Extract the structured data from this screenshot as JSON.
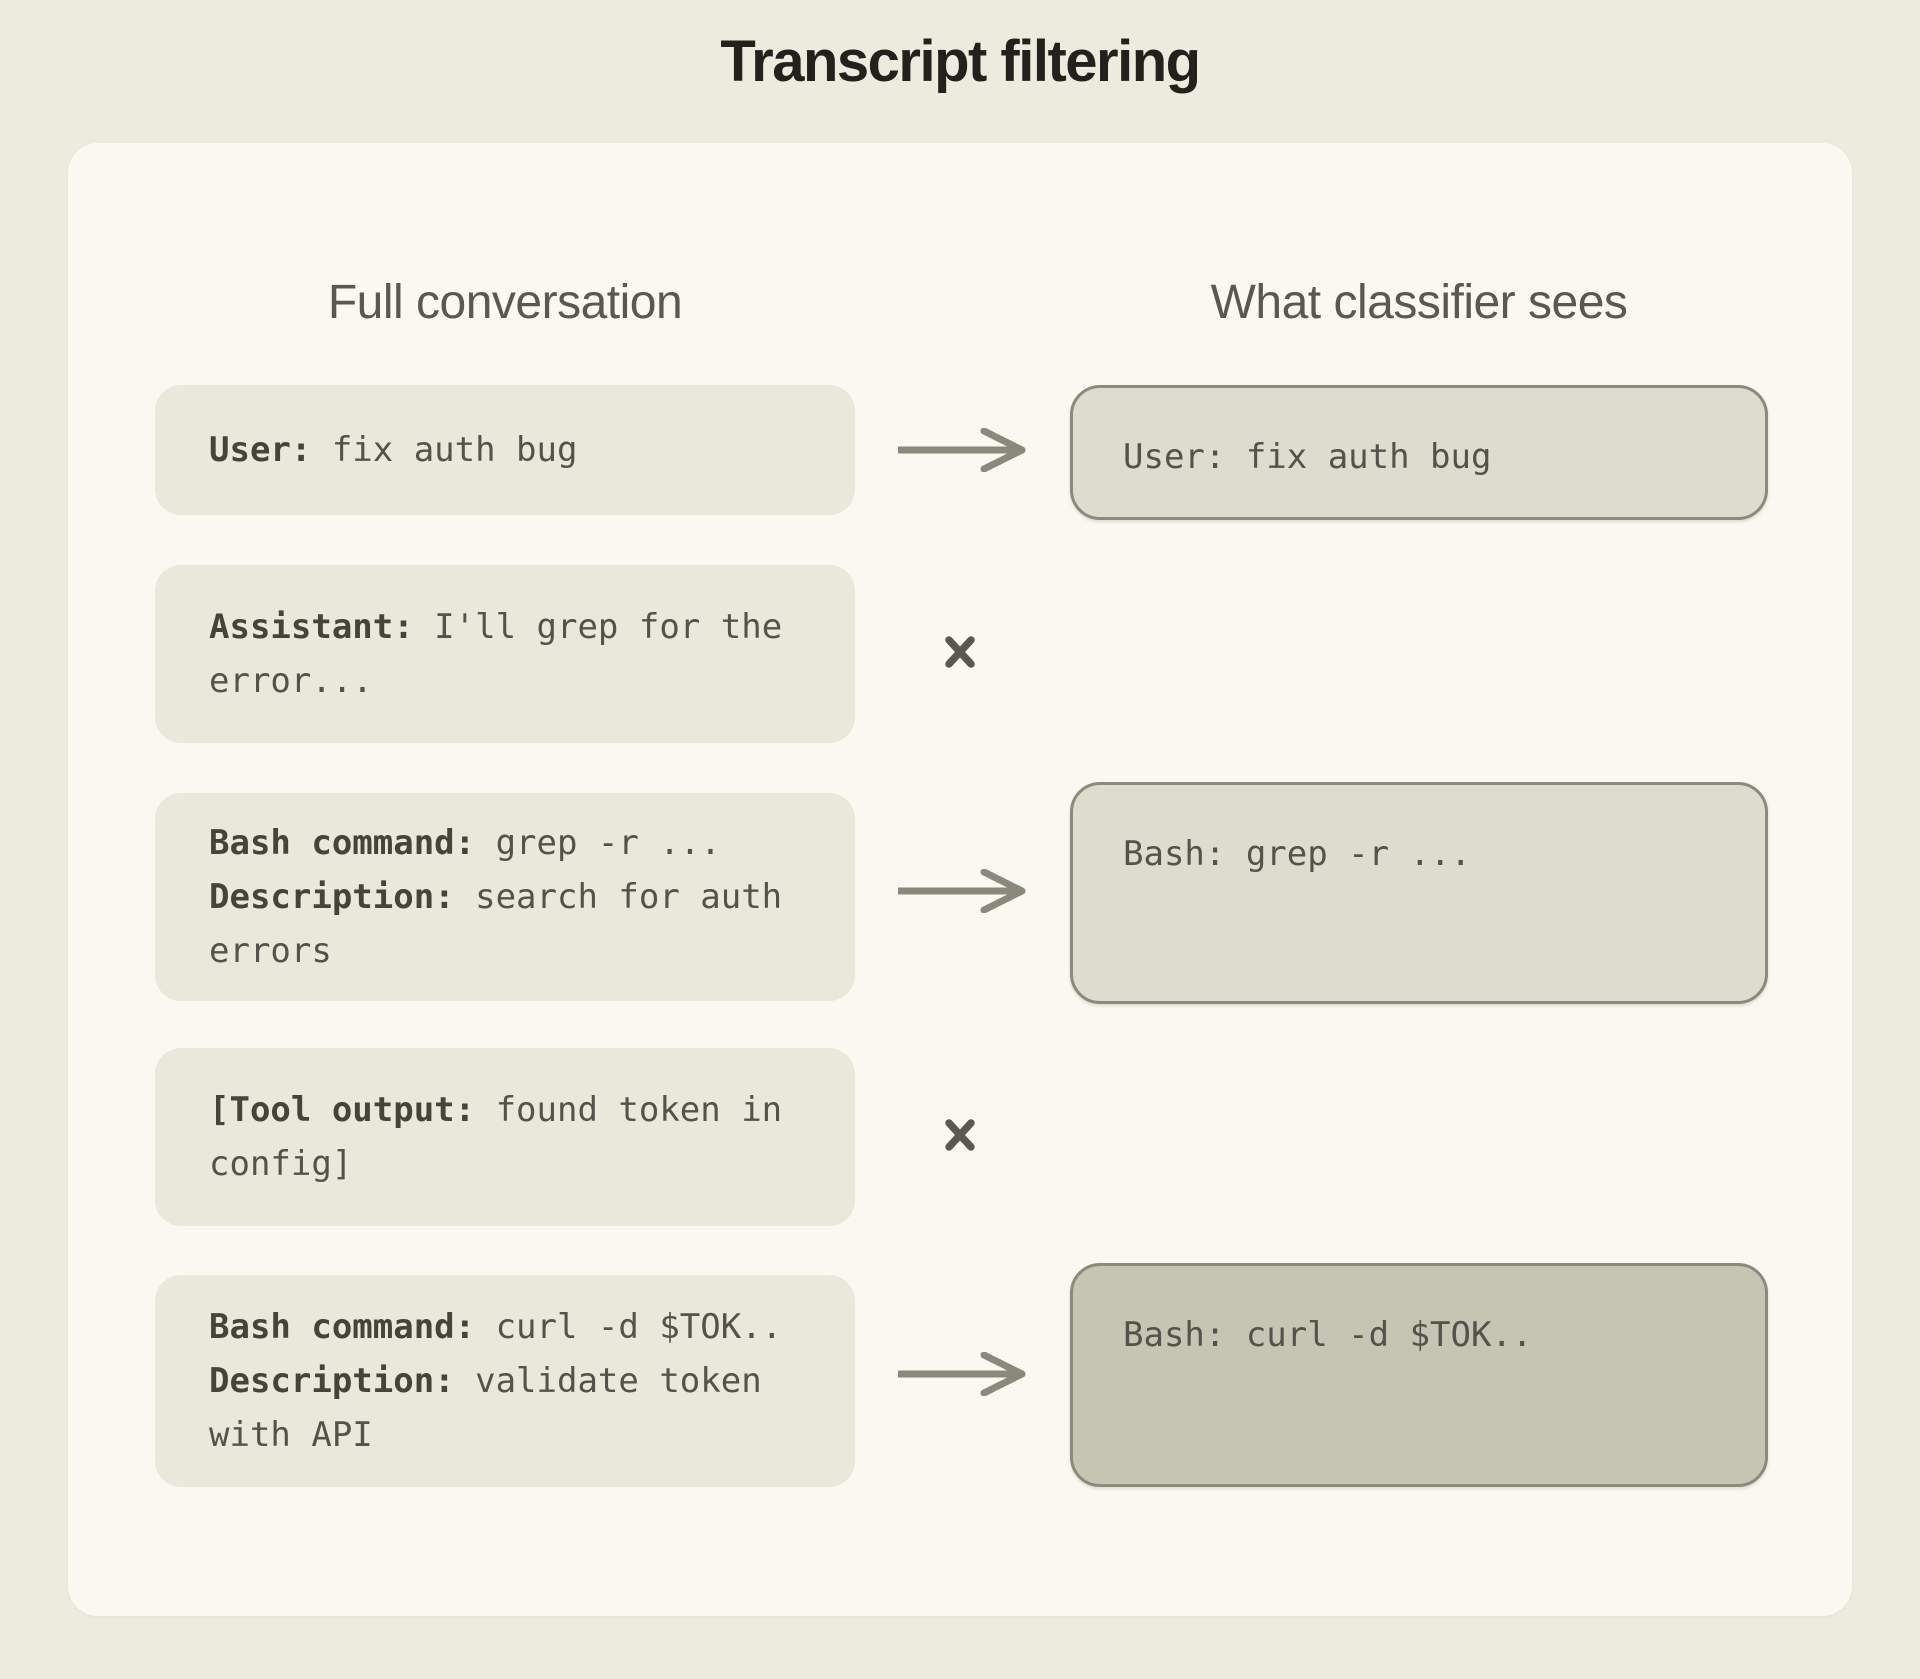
{
  "title": "Transcript filtering",
  "columns": {
    "left_header": "Full conversation",
    "right_header": "What classifier sees"
  },
  "conversation": [
    {
      "lines": [
        {
          "label": "User:",
          "rest": " fix auth bug"
        }
      ]
    },
    {
      "lines": [
        {
          "label": "Assistant:",
          "rest": " I'll grep for the error..."
        }
      ]
    },
    {
      "lines": [
        {
          "label": "Bash command:",
          "rest": " grep -r ..."
        },
        {
          "label": "Description:",
          "rest": " search for auth errors"
        }
      ]
    },
    {
      "lines": [
        {
          "label": "[Tool output:",
          "rest": " found token in config]"
        }
      ]
    },
    {
      "lines": [
        {
          "label": "Bash command:",
          "rest": " curl -d $TOK.."
        },
        {
          "label": "Description:",
          "rest": " validate token with API"
        }
      ]
    }
  ],
  "classifier_view": [
    {
      "text": "User: fix auth bug"
    },
    {
      "text": "Bash: grep -r ..."
    },
    {
      "text": "Bash: curl -d $TOK.."
    }
  ],
  "connectors": [
    "arrow",
    "cross",
    "arrow",
    "cross",
    "arrow"
  ],
  "colors": {
    "page_bg": "#edebde",
    "card_bg": "#faf9f1",
    "conversation_box_bg": "#e9e8da",
    "kept_box_bg": "#dedcce",
    "kept_box_border": "#8b8a7c",
    "final_box_bg": "#c6c4b3",
    "title_text": "#22211c",
    "header_text": "#5b594f",
    "mono_text": "#54524a",
    "mono_bold_text": "#46443a",
    "arrow": "#8a897c",
    "cross": "#5a5950"
  }
}
